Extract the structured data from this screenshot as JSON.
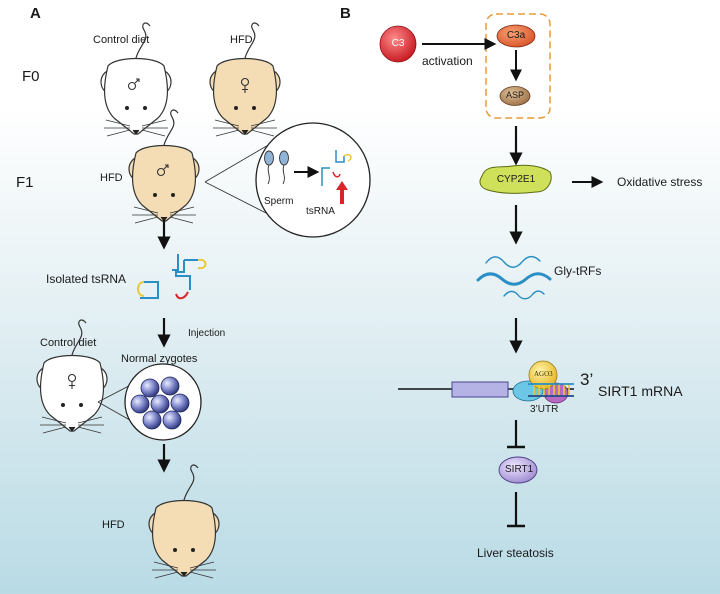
{
  "panel_a": {
    "letter": "A",
    "gen_f0": "F0",
    "gen_f1": "F1",
    "f0_left_label": "Control diet",
    "f0_right_label": "HFD",
    "f1_label": "HFD",
    "sperm_label": "Sperm",
    "tsrna_label": "tsRNA",
    "isolated_label": "Isolated tsRNA",
    "injection_label": "Injection",
    "normal_zygotes_label": "Normal zygotes",
    "control_diet_label": "Control diet",
    "offspring_label": "HFD"
  },
  "panel_b": {
    "letter": "B",
    "c3": "C3",
    "activation": "activation",
    "c3a": "C3a",
    "asp": "ASP",
    "cyp2e1": "CYP2E1",
    "oxidative": "Oxidative stress",
    "gly_trfs": "Gly-tRFs",
    "ago3": "AGO3",
    "three_prime": "3’",
    "sirt1_mrna": "SIRT1 mRNA",
    "utr": "3’UTR",
    "sirt1": "SIRT1",
    "liver": "Liver steatosis"
  },
  "colors": {
    "mouse_hfd": "#f4dcb4",
    "mouse_control": "#ffffff",
    "c3_red": "#d4242a",
    "c3a_orange": "#e2662f",
    "asp_brown": "#b0845a",
    "cyp_green": "#cfe05a",
    "rna_blue": "#2a8fc4",
    "sirt1_purple": "#b9a8dc",
    "ago3_yellow": "#f3d03a",
    "dashed_box": "#e89a3c"
  }
}
